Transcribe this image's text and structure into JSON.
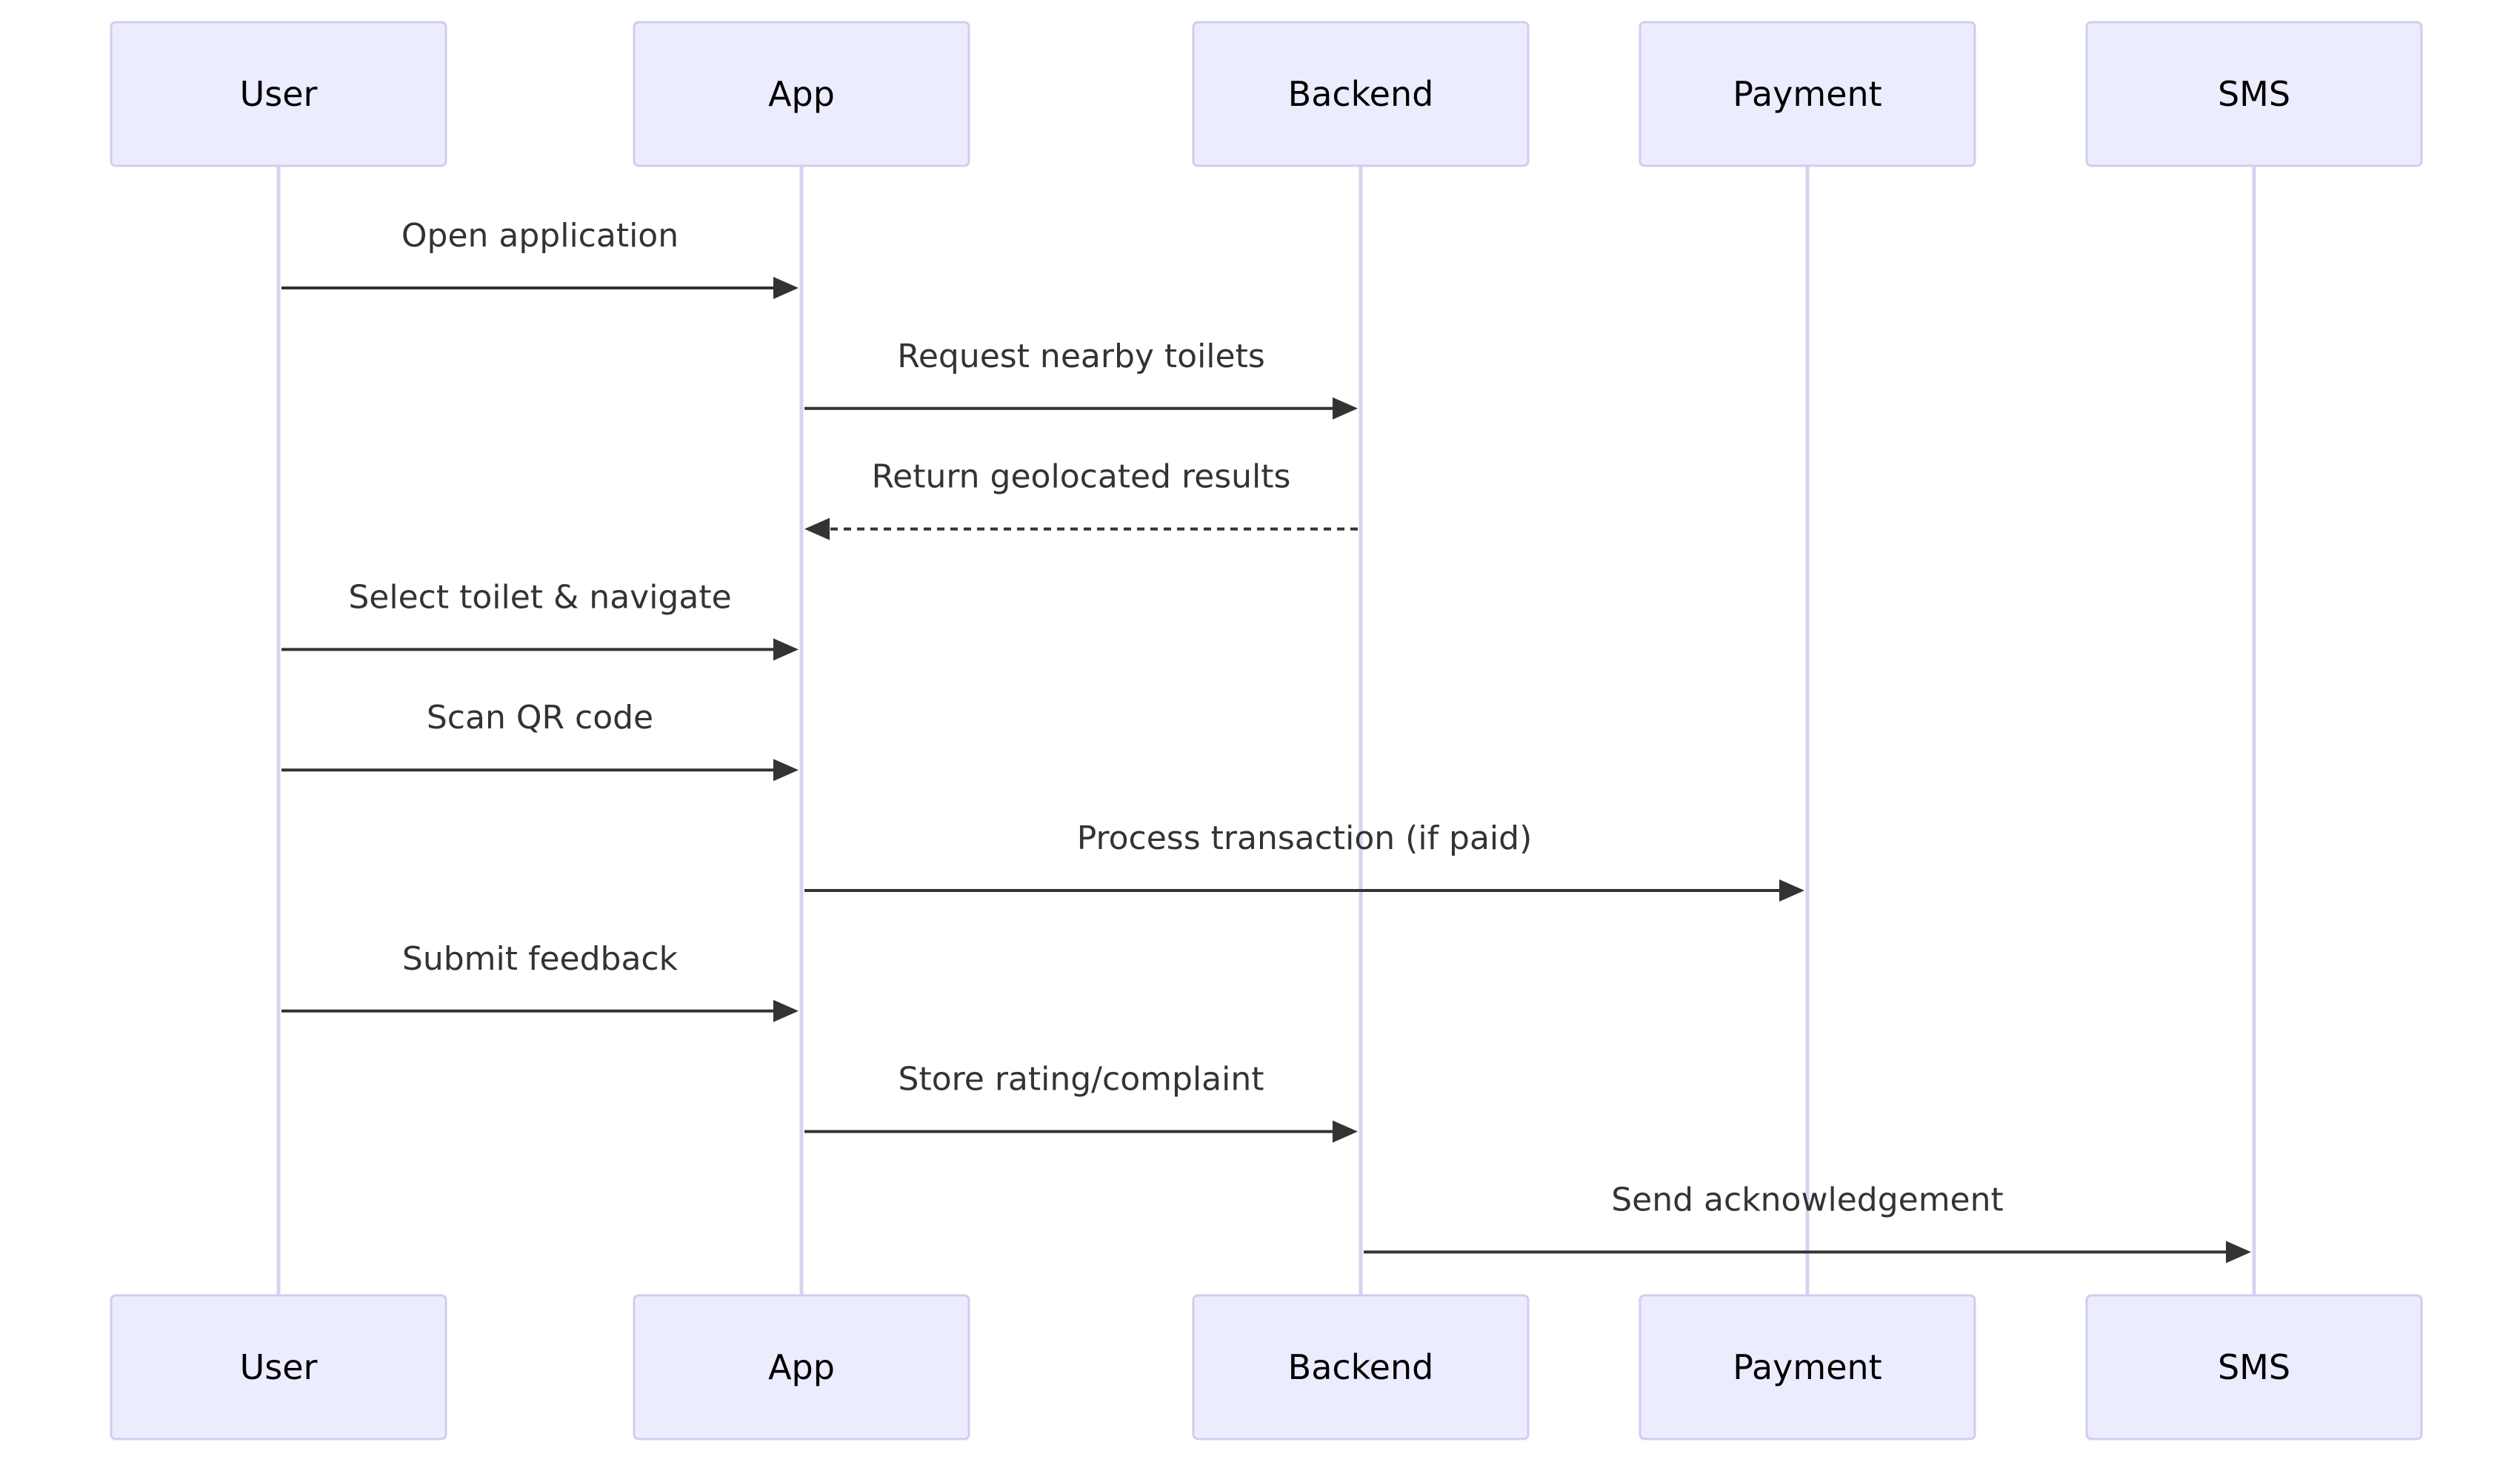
{
  "participants": [
    {
      "id": "user",
      "label": "User"
    },
    {
      "id": "app",
      "label": "App"
    },
    {
      "id": "backend",
      "label": "Backend"
    },
    {
      "id": "payment",
      "label": "Payment"
    },
    {
      "id": "sms",
      "label": "SMS"
    }
  ],
  "messages": [
    {
      "from": "user",
      "to": "app",
      "label": "Open application",
      "style": "solid"
    },
    {
      "from": "app",
      "to": "backend",
      "label": "Request nearby toilets",
      "style": "solid"
    },
    {
      "from": "backend",
      "to": "app",
      "label": "Return geolocated results",
      "style": "dashed"
    },
    {
      "from": "user",
      "to": "app",
      "label": "Select toilet & navigate",
      "style": "solid"
    },
    {
      "from": "user",
      "to": "app",
      "label": "Scan QR code",
      "style": "solid"
    },
    {
      "from": "app",
      "to": "payment",
      "label": "Process transaction (if paid)",
      "style": "solid"
    },
    {
      "from": "user",
      "to": "app",
      "label": "Submit feedback",
      "style": "solid"
    },
    {
      "from": "app",
      "to": "backend",
      "label": "Store rating/complaint",
      "style": "solid"
    },
    {
      "from": "backend",
      "to": "sms",
      "label": "Send acknowledgement",
      "style": "solid"
    }
  ]
}
